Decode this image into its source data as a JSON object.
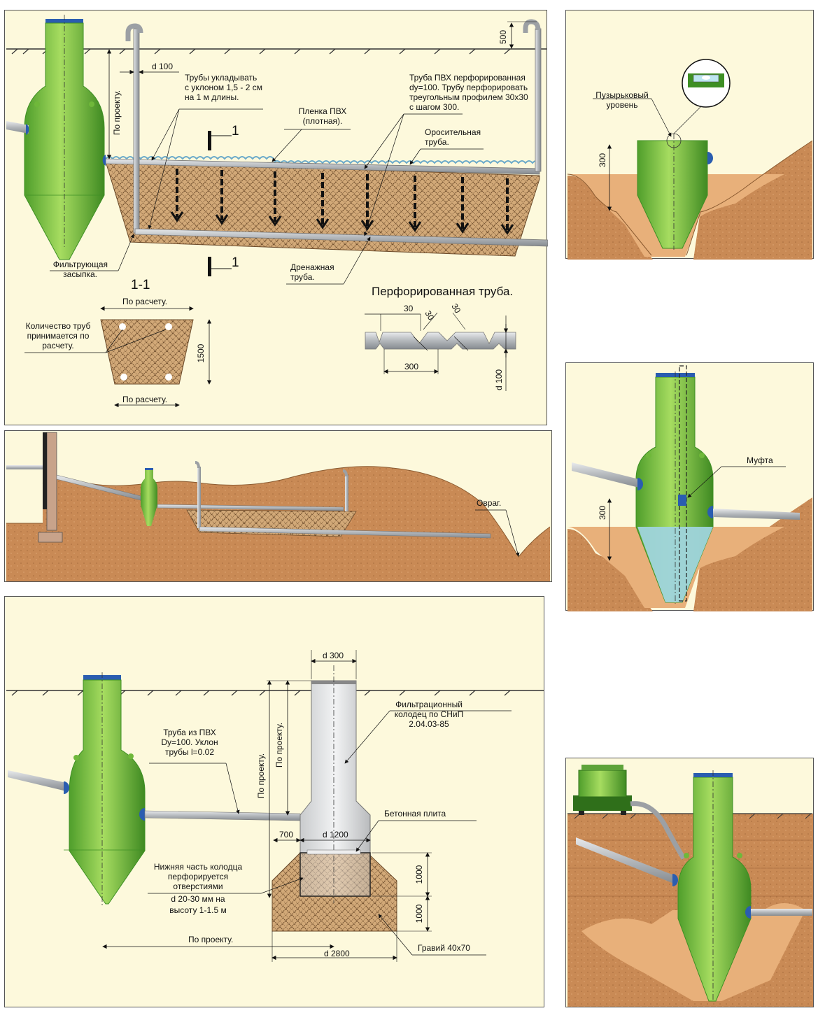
{
  "colors": {
    "panel_bg": "#fdf9dc",
    "tank_green": "#7cc242",
    "tank_dark": "#3e8f24",
    "cap_blue": "#2a5db0",
    "pipe_gray": "#b8bcc0",
    "soil_brown": "#b47a48",
    "soil_light": "#e8b07a",
    "gravel": "#d2a978",
    "water": "#9fd4dc",
    "concrete": "#dcdedf"
  },
  "icons": [
    "bubble-level-icon",
    "arrow-down-icon",
    "tank-icon"
  ],
  "p1": {
    "l_filter_backfill": [
      "Фильтрующая",
      "засыпка."
    ],
    "l_d100": "d 100",
    "l_slope": [
      "Трубы укладывать",
      "с уклоном 1,5 - 2 см",
      "на 1 м длины."
    ],
    "l_film": [
      "Пленка ПВХ",
      "(плотная)."
    ],
    "l_perf_pipe": [
      "Труба ПВХ перфорированная",
      "dy=100. Трубу перфорировать",
      "треугольным профилем 30х30",
      "с шагом 300."
    ],
    "l_irrigation": [
      "Оросительная",
      "труба."
    ],
    "l_drain": [
      "Дренажная",
      "труба."
    ],
    "l_project": "По проекту.",
    "l_500": "500",
    "l_section_mark": "1",
    "l_section_title": "1-1",
    "l_calc": "По расчету.",
    "l_pipe_count": [
      "Количество труб",
      "принимается по",
      "расчету."
    ],
    "l_1500": "1500",
    "perf_title": "Перфорированная труба.",
    "perf_30": "30",
    "perf_300": "300",
    "perf_d100": "d 100"
  },
  "p2": {
    "l_ravine": "Овраг."
  },
  "p3": {
    "l_d300": "d 300",
    "l_filter_well": [
      "Фильтрационный",
      "колодец по СНиП",
      "2.04.03-85"
    ],
    "l_pvc_pipe": [
      "Труба из ПВХ",
      "Dy=100. Уклон",
      "трубы l=0.02"
    ],
    "l_project": "По проекту.",
    "l_concrete": "Бетонная плита",
    "l_700": "700",
    "l_d1200": "d 1200",
    "l_perforated": [
      "Нижняя часть колодца",
      "перфорируется",
      "отверстиями",
      "d 20-30 мм на",
      "высоту 1-1.5 м"
    ],
    "l_1000": "1000",
    "l_d2800": "d 2800",
    "l_gravel": "Гравий 40х70"
  },
  "r1": {
    "l_bubble": [
      "Пузырьковый",
      "уровень"
    ],
    "l_300": "300"
  },
  "r2": {
    "l_coupling": "Муфта",
    "l_300": "300"
  }
}
